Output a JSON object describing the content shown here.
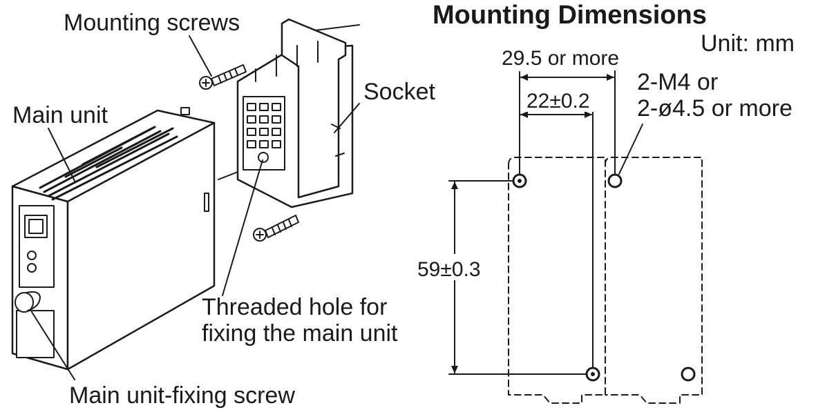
{
  "assembly": {
    "label_mounting_screws": "Mounting screws",
    "label_main_unit": "Main unit",
    "label_socket": "Socket",
    "label_threaded_line1": "Threaded hole for",
    "label_threaded_line2": "fixing the main unit",
    "label_fixing_screw": "Main unit-fixing screw"
  },
  "dimensions": {
    "title": "Mounting Dimensions",
    "unit": "Unit: mm",
    "width_outer": "29.5 or more",
    "width_inner": "22±0.2",
    "hole_line1": "2-M4 or",
    "hole_line2": "2-ø4.5 or more",
    "height": "59±0.3"
  },
  "colors": {
    "ink": "#1a1a1a",
    "background": "#ffffff"
  }
}
